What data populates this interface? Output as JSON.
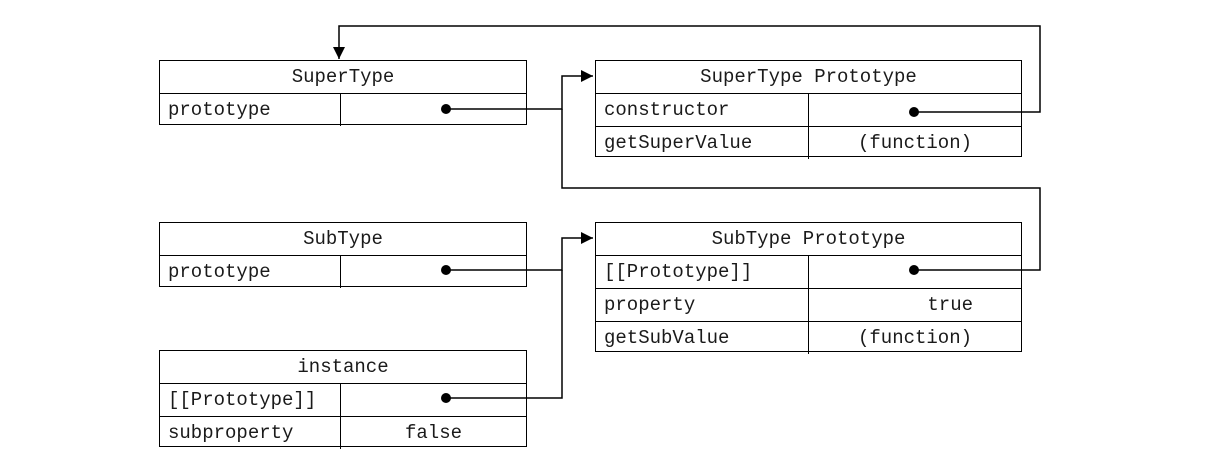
{
  "boxes": {
    "supertype": {
      "title": "SuperType",
      "rows": [
        {
          "key": "prototype",
          "value": ""
        }
      ]
    },
    "supertype_prototype": {
      "title": "SuperType Prototype",
      "rows": [
        {
          "key": "constructor",
          "value": ""
        },
        {
          "key": "getSuperValue",
          "value": "(function)"
        }
      ]
    },
    "subtype": {
      "title": "SubType",
      "rows": [
        {
          "key": "prototype",
          "value": ""
        }
      ]
    },
    "subtype_prototype": {
      "title": "SubType Prototype",
      "rows": [
        {
          "key": "[[Prototype]]",
          "value": ""
        },
        {
          "key": "property",
          "value": "true"
        },
        {
          "key": "getSubValue",
          "value": "(function)"
        }
      ]
    },
    "instance": {
      "title": "instance",
      "rows": [
        {
          "key": "[[Prototype]]",
          "value": ""
        },
        {
          "key": "subproperty",
          "value": "false"
        }
      ]
    }
  },
  "pointers": [
    {
      "from": "SuperType.prototype",
      "to": "SuperType Prototype"
    },
    {
      "from": "SuperType Prototype.constructor",
      "to": "SuperType"
    },
    {
      "from": "SubType.prototype",
      "to": "SubType Prototype"
    },
    {
      "from": "SubType Prototype.[[Prototype]]",
      "to": "SuperType Prototype"
    },
    {
      "from": "instance.[[Prototype]]",
      "to": "SubType Prototype"
    }
  ],
  "colors": {
    "line": "#000000",
    "text": "#1a1a1a",
    "background": "#ffffff"
  }
}
